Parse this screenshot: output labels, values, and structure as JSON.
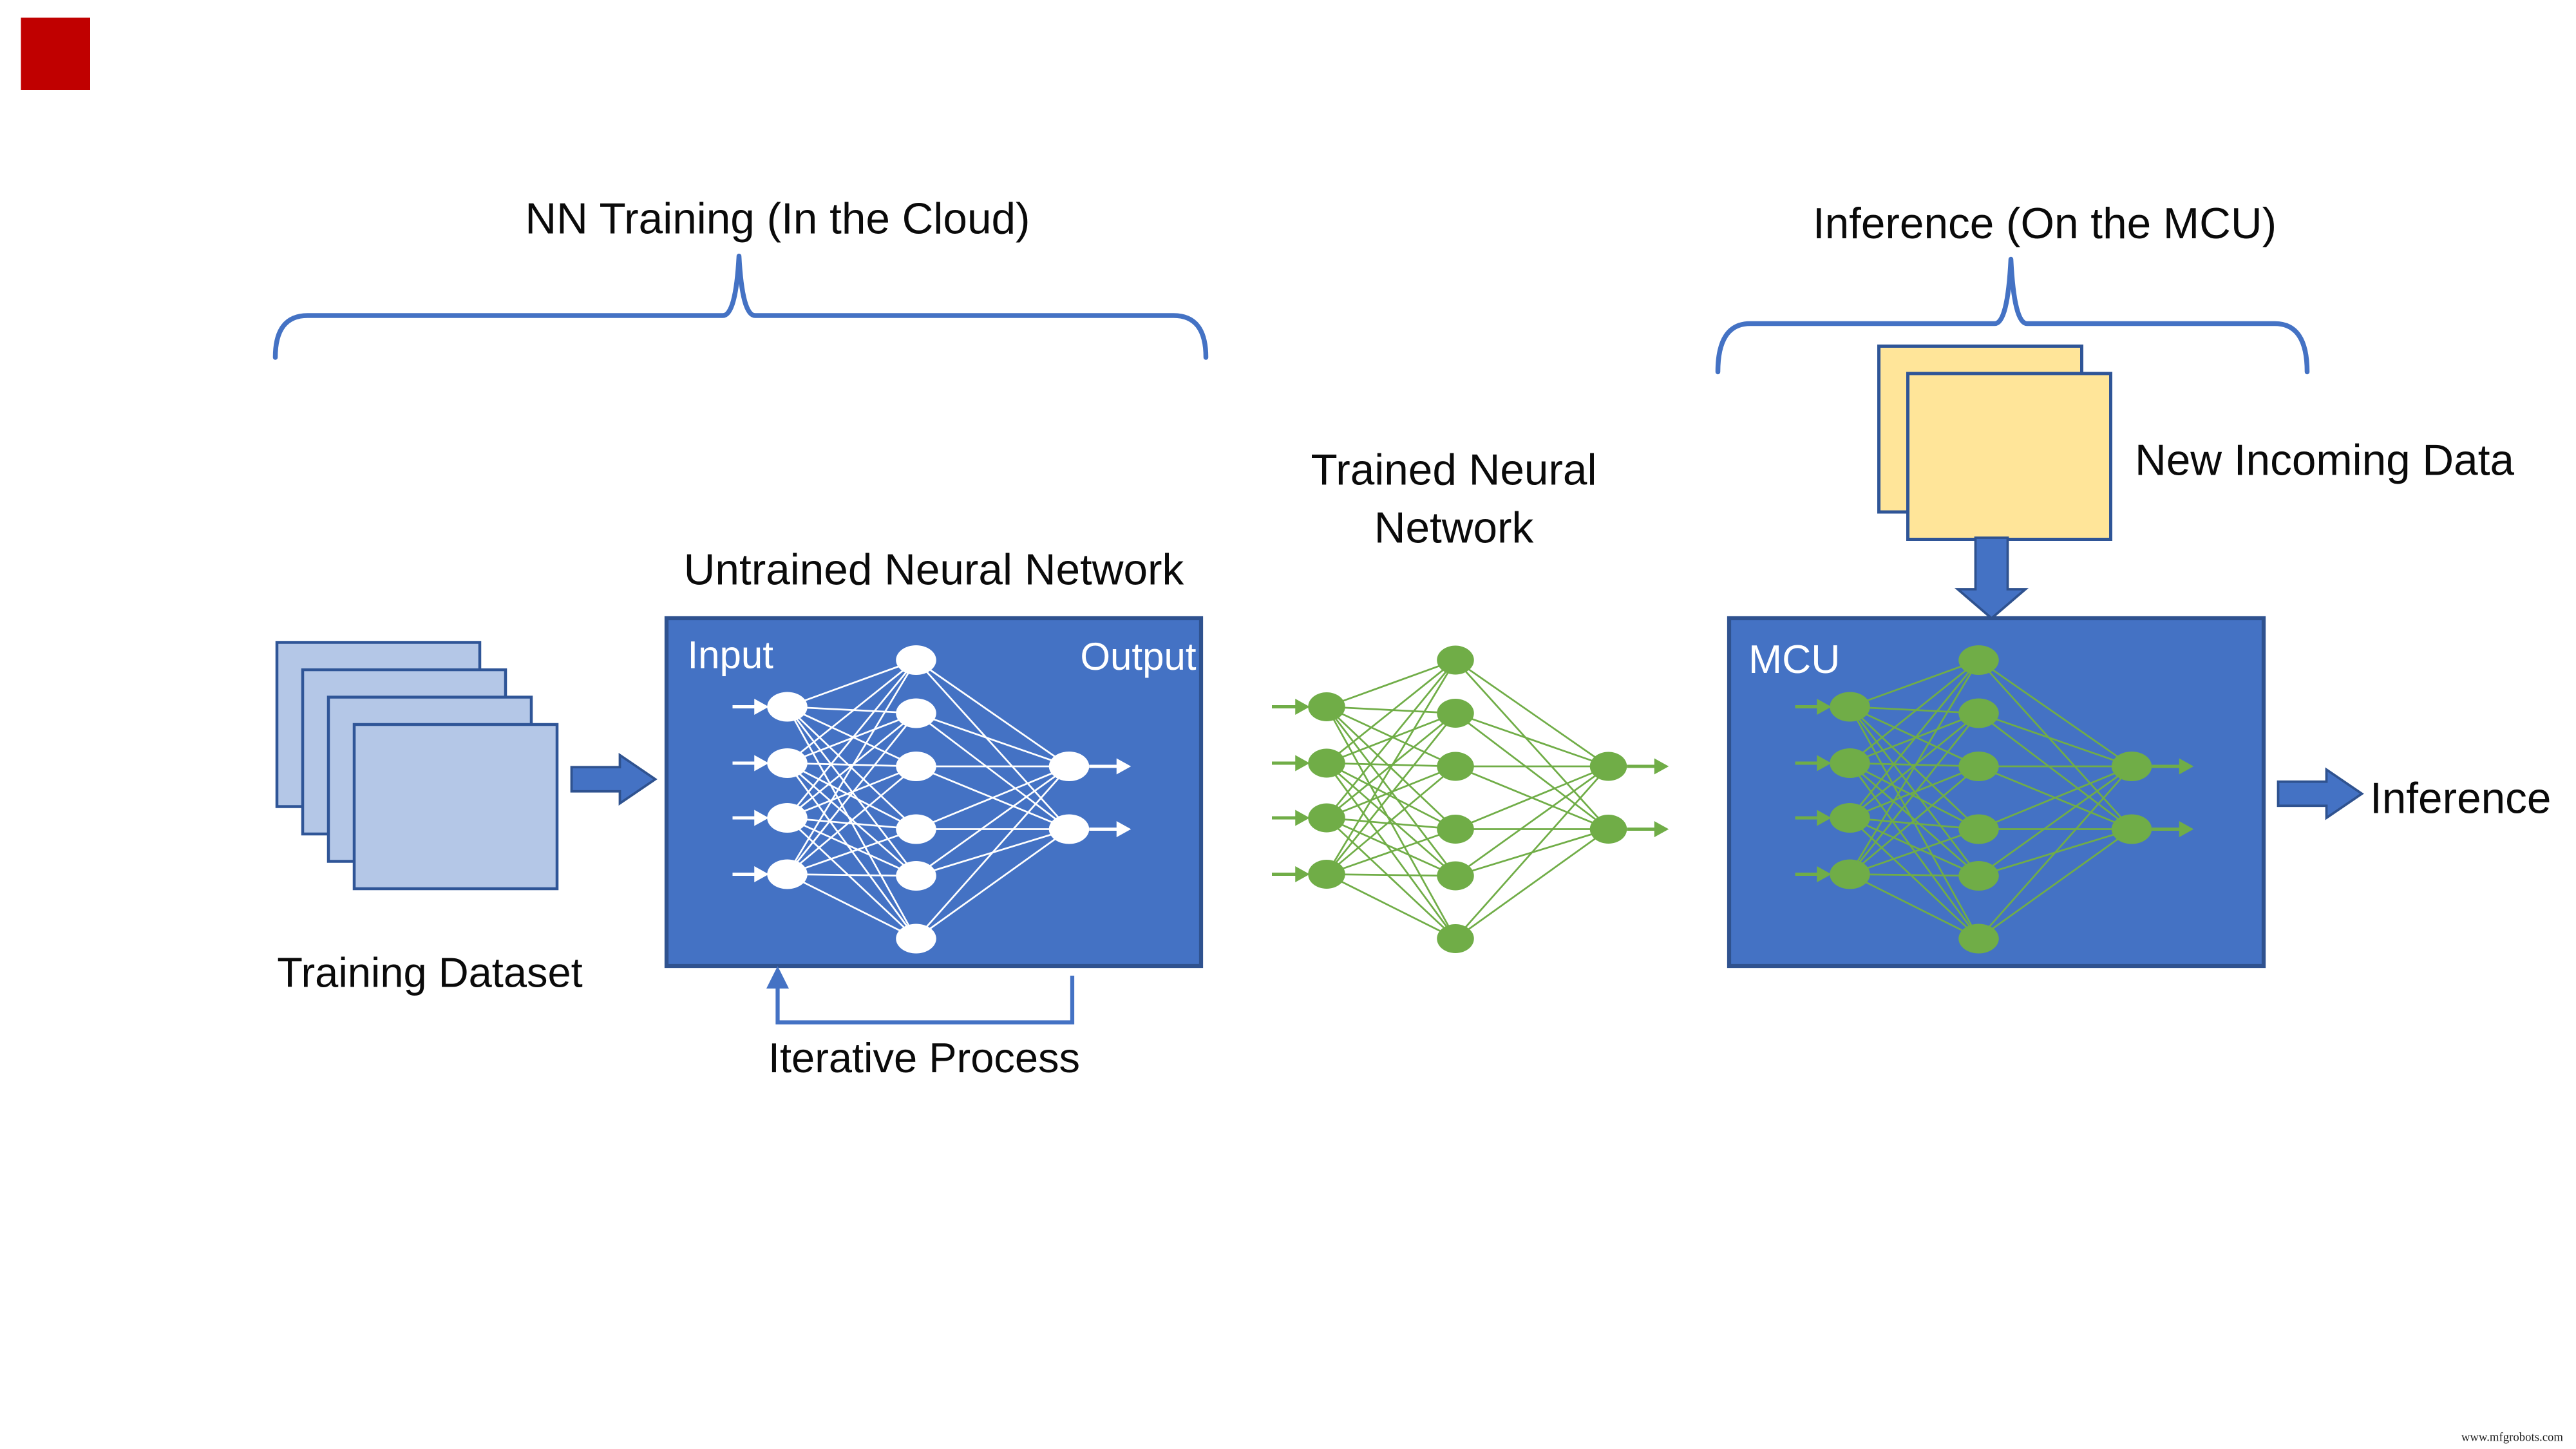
{
  "titles": {
    "training_section": "NN Training (In the Cloud)",
    "inference_section": "Inference (On the MCU)"
  },
  "labels": {
    "untrained_nn": "Untrained Neural Network",
    "trained_nn_line1": "Trained Neural",
    "trained_nn_line2": "Network",
    "training_dataset": "Training Dataset",
    "iterative_process": "Iterative Process",
    "new_incoming_data": "New Incoming Data",
    "inference_result": "Inference",
    "input": "Input",
    "output": "Output",
    "mcu": "MCU",
    "watermark": "www.mfgrobots.com"
  },
  "colors": {
    "box_fill": "#4472C4",
    "box_border": "#2F528F",
    "brace": "#4472C4",
    "arrow_fill": "#4472C4",
    "arrow_border": "#2F528F",
    "dataset_fill": "#B4C7E7",
    "dataset_border": "#2F5597",
    "incoming_fill": "#FFE599",
    "incoming_border": "#2F5597",
    "nn_green": "#70AD47",
    "nn_white": "#FFFFFF",
    "marker_red": "#C00000",
    "text": "#0A0A0A"
  },
  "networks": {
    "layer_sizes": [
      4,
      6,
      2
    ],
    "instances": [
      "untrained-white",
      "trained-standalone-green",
      "mcu-green"
    ]
  },
  "dataset_stack_count": 4,
  "incoming_stack_count": 2
}
